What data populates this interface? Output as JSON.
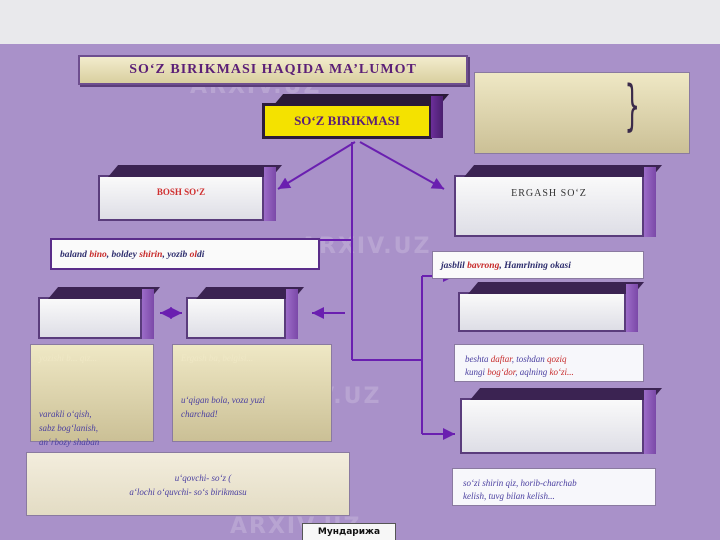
{
  "title": "SO‘Z  BIRIKMASI  HAQIDA  MA’LUMOT",
  "main": "SO‘Z BIRIKMASI",
  "bosh": "BOSH SO‘Z",
  "ergash": "ERGASH SO‘Z",
  "ex_left": {
    "a": "baland ",
    "b": "bino",
    "c": ",  boldey ",
    "d": "shirin",
    "e": ",  yozib ",
    "f": "ol",
    "g": "di"
  },
  "ex_right": {
    "a": "jasblil ",
    "b": "bavrong",
    "c": ",  Hamrlning ",
    "d": "okasi"
  },
  "khaki1": {
    "line1": "yozishi b... qiz...",
    "line2": "varakli o‘qish,",
    "line3": "sabz bog‘lanish,",
    "line4": "an‘rbozy shaban"
  },
  "khaki2": {
    "line1": "Ergash ba, belgisi...",
    "line2": "u‘qigan bola, voza yuzi",
    "line3": "charchad!"
  },
  "bottom": {
    "line1": "u‘qovchi-  so‘z (",
    "line2": "a‘lochi o‘quvchi- so‘s birikmasu"
  },
  "right_mid": {
    "a": "beshta ",
    "b": "daftar",
    "c": ", toshdan ",
    "d": "qoziq",
    "e": "kungi ",
    "f": "bog‘dor",
    "g": ", aqlning ",
    "h": "ko‘zi..."
  },
  "right_bot": {
    "line1": "so‘zi shirin qiz, horib-charchab",
    "line2": "kelish, tuvg bilan kelish..."
  },
  "footer": "Мундарижа",
  "watermark": "ARXIV.UZ"
}
